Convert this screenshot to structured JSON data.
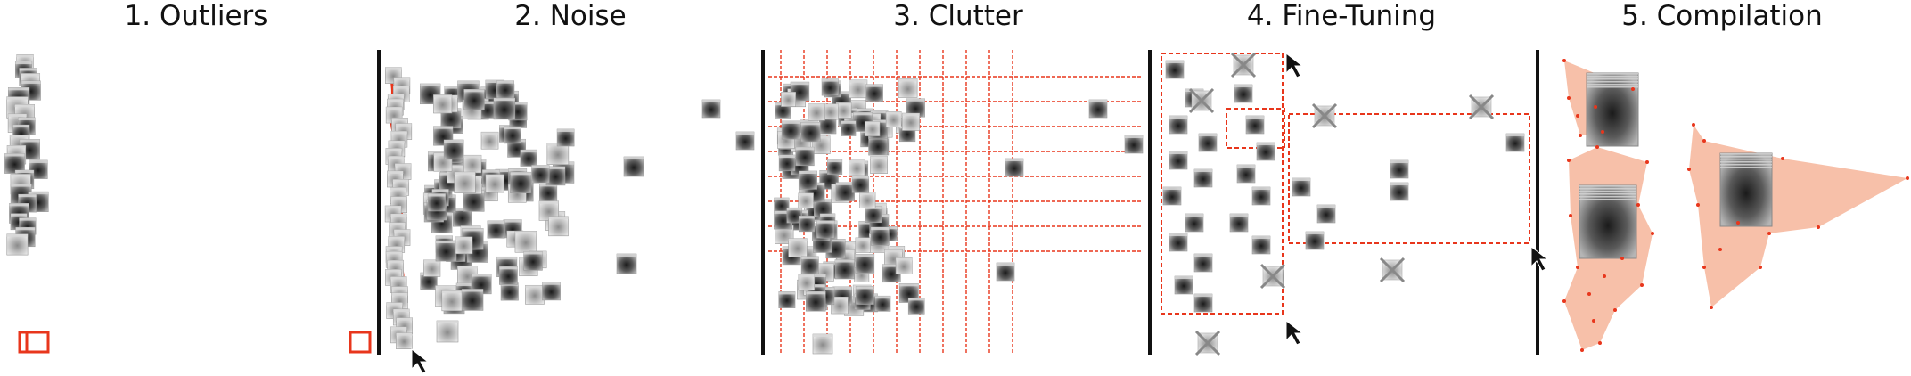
{
  "panels": [
    {
      "id": "outliers",
      "title": "1. Outliers"
    },
    {
      "id": "noise",
      "title": "2. Noise"
    },
    {
      "id": "clutter",
      "title": "3. Clutter"
    },
    {
      "id": "fine-tuning",
      "title": "4. Fine-Tuning"
    },
    {
      "id": "compilation",
      "title": "5. Compilation"
    }
  ],
  "colors": {
    "accent": "#e8361c",
    "selection_fill": "#f6b59a",
    "divider": "#111111",
    "thumb_dark": "#3a3a3a",
    "thumb_light": "#bdbdbd"
  },
  "icons": [
    "outlier-box-icon",
    "noise-box-icon",
    "cursor-icon",
    "removed-cross-icon"
  ]
}
